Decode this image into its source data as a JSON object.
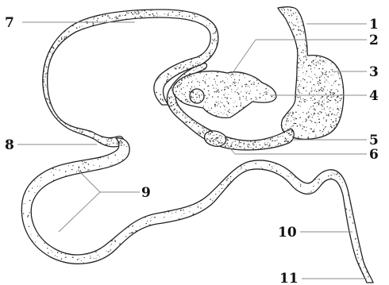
{
  "labels": {
    "l1": "1",
    "l2": "2",
    "l3": "3",
    "l4": "4",
    "l5": "5",
    "l6": "6",
    "l7": "7",
    "l8": "8",
    "l9": "9",
    "l10": "10",
    "l11": "11"
  },
  "colors": {
    "outline": "#222222",
    "stipple": "#2a2a2a",
    "leader": "#888888",
    "background": "#ffffff"
  }
}
